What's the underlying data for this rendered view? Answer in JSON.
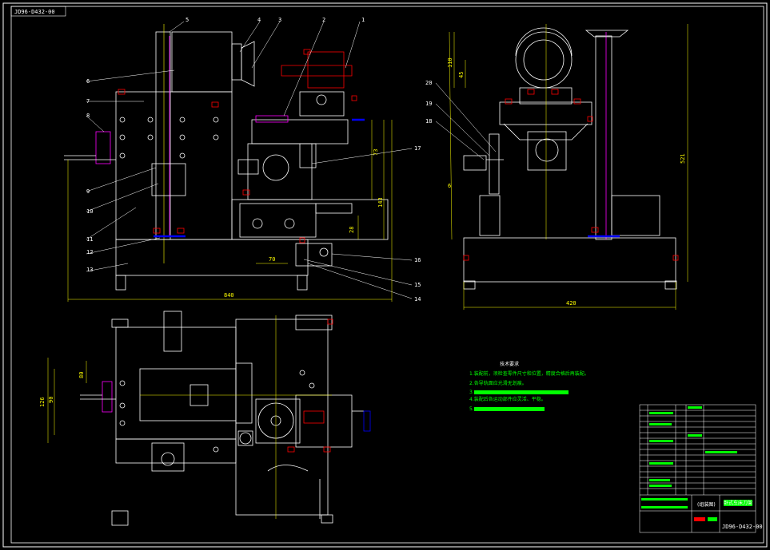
{
  "drawing_code": "JD96-D432-00",
  "labels": {
    "front": [
      "5",
      "4",
      "3",
      "2",
      "1",
      "6",
      "7",
      "8",
      "9",
      "10",
      "11",
      "12",
      "13",
      "17",
      "16",
      "15",
      "14"
    ],
    "side": [
      "20",
      "19",
      "18"
    ]
  },
  "dims": {
    "front_w": "840",
    "front_h1": "143",
    "front_h2": "73",
    "front_70": "70",
    "front_28": "28",
    "side_w": "420",
    "side_h": "521",
    "side_110": "110",
    "side_45": "45",
    "side_6": "6",
    "top_126": "126",
    "top_90": "90",
    "top_80": "80"
  },
  "tech_req": {
    "title": "技术要求",
    "lines": [
      "1.装配前，须检查零件尺寸和位置，精度合格后再装配。",
      "2.各导轨面应光滑无划痕。",
      "3.",
      "4.装配后各运动部件应灵活、平稳。",
      "5."
    ]
  },
  "title_block": {
    "drawing_name": "卧式车床刀架",
    "scale_label": "(组装图)",
    "code": "JD96-D432-00"
  }
}
